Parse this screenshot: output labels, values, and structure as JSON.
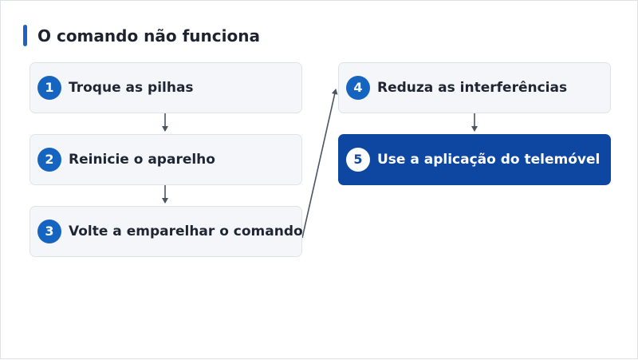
{
  "title": "O comando não funciona",
  "steps": [
    {
      "number": "1",
      "label": "Troque as pilhas"
    },
    {
      "number": "2",
      "label": "Reinicie o aparelho"
    },
    {
      "number": "3",
      "label": "Volte a emparelhar o comando"
    },
    {
      "number": "4",
      "label": "Reduza as interferências"
    },
    {
      "number": "5",
      "label": "Use a aplicação do telemóvel"
    }
  ],
  "colors": {
    "accent": "#1565c0",
    "active_step": "#0d47a1",
    "card_background": "#f5f6f9",
    "card_border": "#dfe3e8",
    "text": "#1f2633",
    "connector": "#4a5563"
  }
}
